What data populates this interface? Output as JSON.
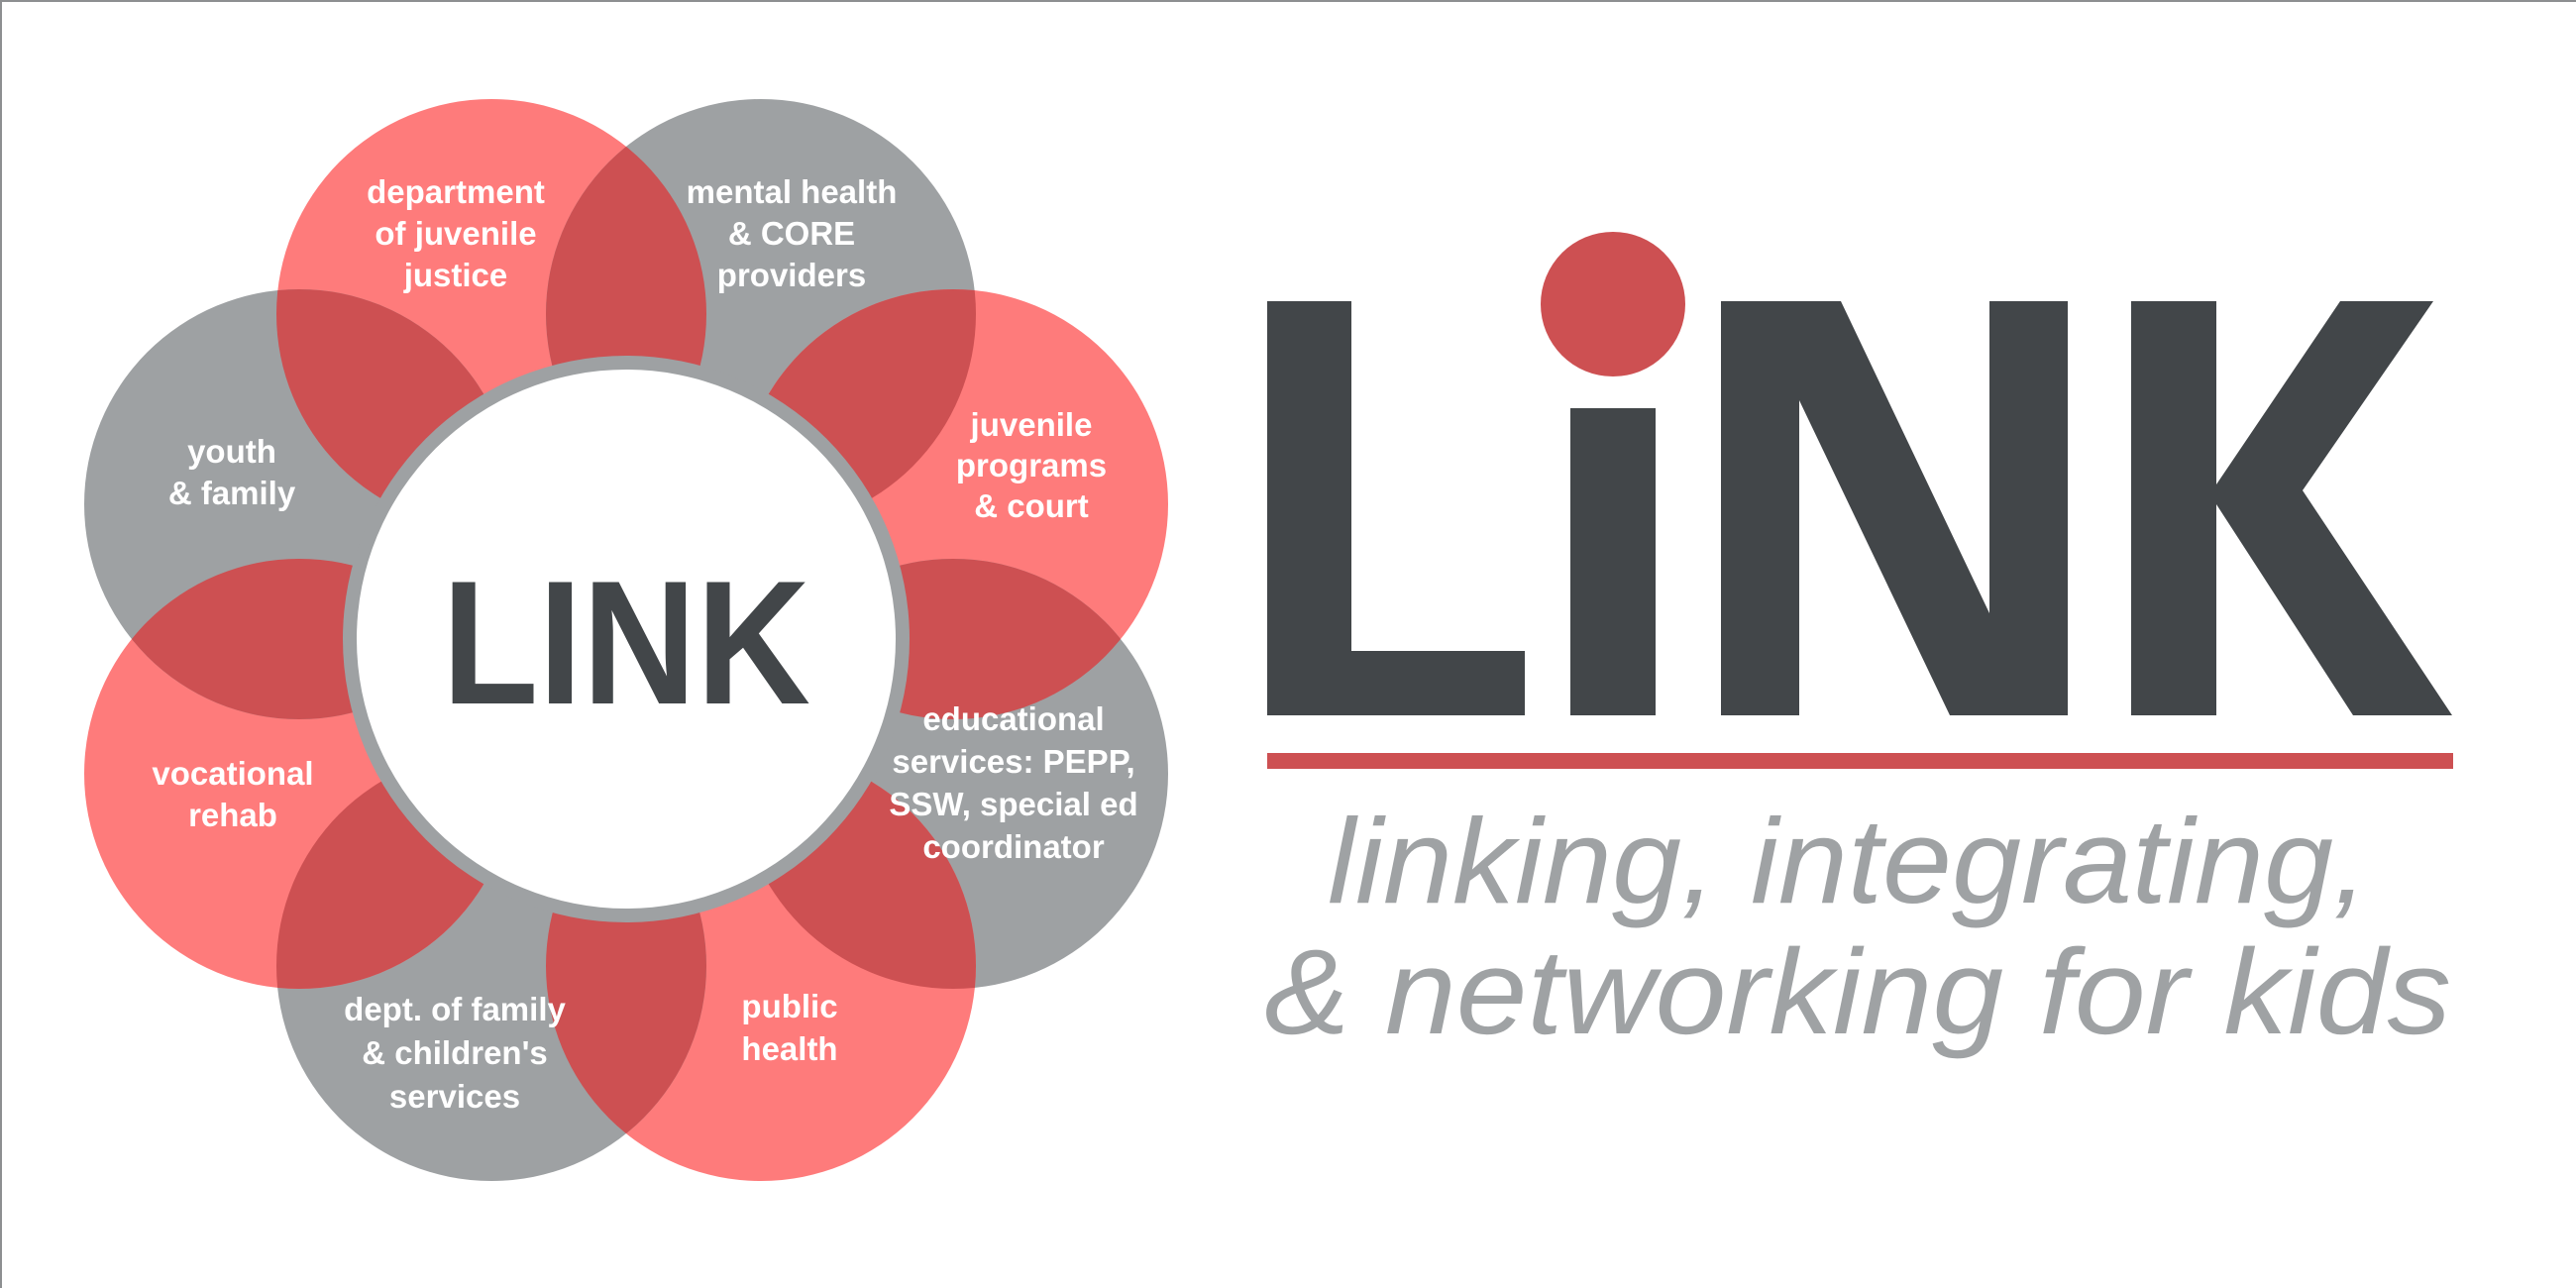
{
  "colors": {
    "salmon": "#FE7B7B",
    "gray": "#9EA1A3",
    "overlap": "#CD5052",
    "ring": "#9EA1A3",
    "center_fill": "#FFFFFF",
    "dark_text": "#424649",
    "accent_red": "#CD5052",
    "tagline": "#9FA2A4"
  },
  "diagram": {
    "center_label": "LINK",
    "petals": [
      {
        "id": "djj",
        "color": "salmon",
        "lines": [
          "department",
          "of juvenile",
          "justice"
        ]
      },
      {
        "id": "mental-health",
        "color": "gray",
        "lines": [
          "mental health",
          "& CORE",
          "providers"
        ]
      },
      {
        "id": "juvenile-programs",
        "color": "salmon",
        "lines": [
          "juvenile",
          "programs",
          "& court"
        ]
      },
      {
        "id": "educational",
        "color": "gray",
        "lines": [
          "educational",
          "services: PEPP,",
          "SSW, special ed",
          "coordinator"
        ]
      },
      {
        "id": "public-health",
        "color": "salmon",
        "lines": [
          "public",
          "health"
        ]
      },
      {
        "id": "dfcs",
        "color": "gray",
        "lines": [
          "dept. of family",
          "& children's",
          "services"
        ]
      },
      {
        "id": "vocational",
        "color": "salmon",
        "lines": [
          "vocational",
          "rehab"
        ]
      },
      {
        "id": "youth-family",
        "color": "gray",
        "lines": [
          "youth",
          "& family"
        ]
      }
    ]
  },
  "logo": {
    "wordmark": "LiNK",
    "tagline_line1": "linking, integrating,",
    "tagline_line2": "& networking for kids"
  }
}
